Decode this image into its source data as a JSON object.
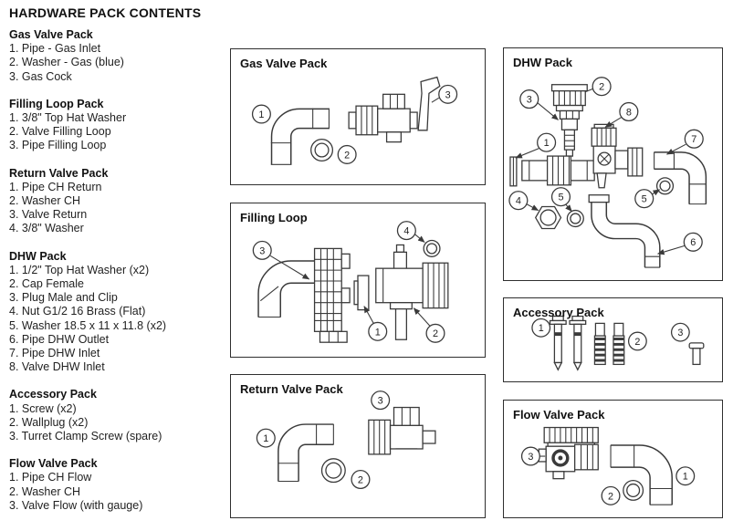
{
  "page": {
    "title": "HARDWARE PACK CONTENTS"
  },
  "sidebar": {
    "sections": [
      {
        "title": "Gas Valve Pack",
        "items": [
          "1. Pipe - Gas Inlet",
          "2. Washer - Gas (blue)",
          "3. Gas Cock"
        ]
      },
      {
        "title": "Filling Loop Pack",
        "items": [
          "1. 3/8\" Top Hat Washer",
          "2. Valve Filling Loop",
          "3. Pipe Filling Loop"
        ]
      },
      {
        "title": "Return Valve Pack",
        "items": [
          "1. Pipe CH Return",
          "2. Washer CH",
          "3. Valve Return",
          "4. 3/8\" Washer"
        ]
      },
      {
        "title": "DHW Pack",
        "items": [
          "1. 1/2\" Top Hat Washer (x2)",
          "2. Cap Female",
          "3. Plug Male and Clip",
          "4. Nut G1/2 16 Brass (Flat)",
          "5. Washer 18.5 x 11 x 11.8 (x2)",
          "6. Pipe DHW Outlet",
          "7. Pipe DHW Inlet",
          "8. Valve DHW Inlet"
        ]
      },
      {
        "title": "Accessory Pack",
        "items": [
          "1. Screw (x2)",
          "2. Wallplug (x2)",
          "3. Turret Clamp Screw (spare)"
        ]
      },
      {
        "title": "Flow Valve Pack",
        "items": [
          "1. Pipe CH Flow",
          "2. Washer CH",
          "3. Valve Flow (with gauge)"
        ]
      }
    ]
  },
  "panels": [
    {
      "title": "Gas Valve Pack",
      "callouts": [
        "1",
        "2",
        "3"
      ]
    },
    {
      "title": "Filling Loop",
      "callouts": [
        "3",
        "4",
        "1",
        "2"
      ]
    },
    {
      "title": "Return Valve Pack",
      "callouts": [
        "1",
        "2",
        "3"
      ]
    },
    {
      "title": "DHW Pack",
      "callouts": [
        "2",
        "3",
        "8",
        "1",
        "7",
        "5",
        "4",
        "5",
        "6"
      ]
    },
    {
      "title": "Accessory Pack",
      "callouts": [
        "1",
        "2",
        "3"
      ]
    },
    {
      "title": "Flow Valve Pack",
      "callouts": [
        "3",
        "1",
        "2"
      ]
    }
  ]
}
